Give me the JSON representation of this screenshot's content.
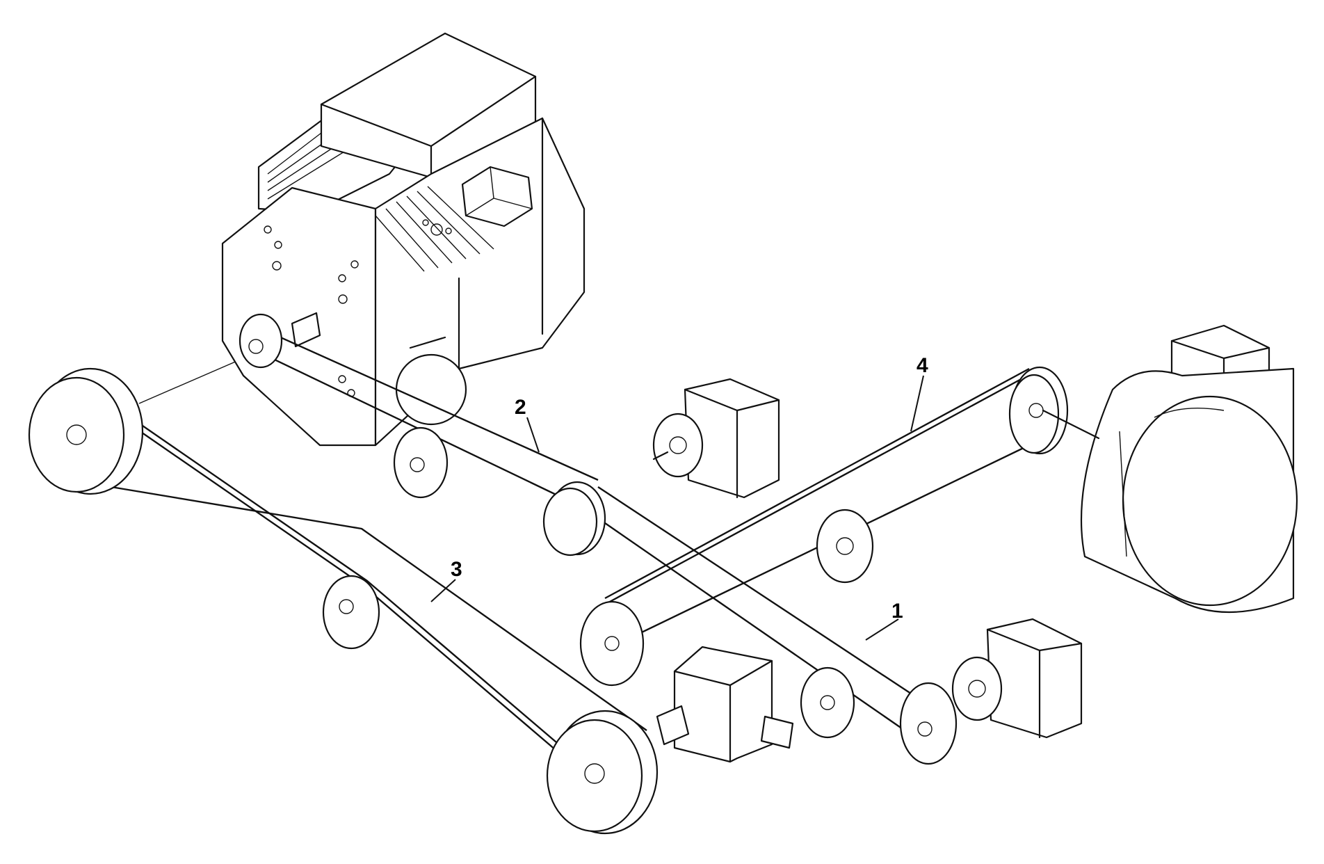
{
  "diagram": {
    "callouts": [
      {
        "id": "belt-1",
        "label": "1"
      },
      {
        "id": "belt-2",
        "label": "2"
      },
      {
        "id": "belt-3",
        "label": "3"
      },
      {
        "id": "belt-4",
        "label": "4"
      }
    ]
  }
}
